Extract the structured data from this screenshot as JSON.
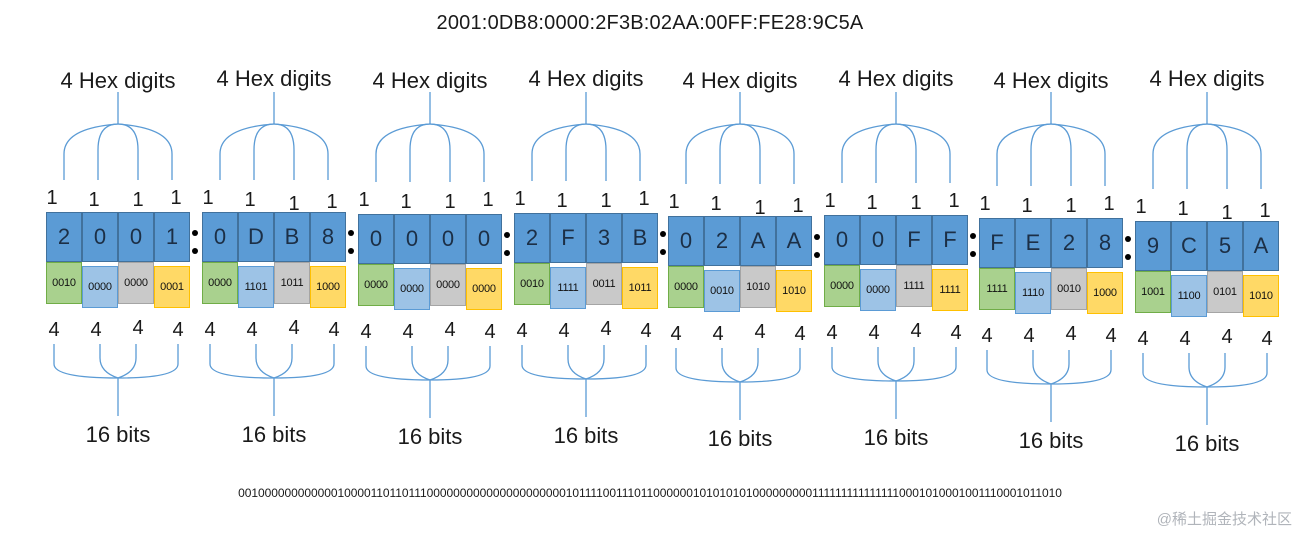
{
  "title": "2001:0DB8:0000:2F3B:02AA:00FF:FE28:9C5A",
  "hex_label": "4 Hex digits",
  "bits_label": "16 bits",
  "top_count": "1",
  "bottom_count": "4",
  "groups": [
    {
      "hex": [
        "2",
        "0",
        "0",
        "1"
      ],
      "bin": [
        "0010",
        "0000",
        "0000",
        "0001"
      ]
    },
    {
      "hex": [
        "0",
        "D",
        "B",
        "8"
      ],
      "bin": [
        "0000",
        "1101",
        "1011",
        "1000"
      ]
    },
    {
      "hex": [
        "0",
        "0",
        "0",
        "0"
      ],
      "bin": [
        "0000",
        "0000",
        "0000",
        "0000"
      ]
    },
    {
      "hex": [
        "2",
        "F",
        "3",
        "B"
      ],
      "bin": [
        "0010",
        "1111",
        "0011",
        "1011"
      ]
    },
    {
      "hex": [
        "0",
        "2",
        "A",
        "A"
      ],
      "bin": [
        "0000",
        "0010",
        "1010",
        "1010"
      ]
    },
    {
      "hex": [
        "0",
        "0",
        "F",
        "F"
      ],
      "bin": [
        "0000",
        "0000",
        "1111",
        "1111"
      ]
    },
    {
      "hex": [
        "F",
        "E",
        "2",
        "8"
      ],
      "bin": [
        "1111",
        "1110",
        "0010",
        "1000"
      ]
    },
    {
      "hex": [
        "9",
        "C",
        "5",
        "A"
      ],
      "bin": [
        "1001",
        "1100",
        "0101",
        "1010"
      ]
    }
  ],
  "binary_string": "0010000000000001000011011011100000000000000000000010111100111011000000101010101000000000111111111111111000101000100111000101101 0",
  "watermark": "@稀土掘金技术社区",
  "colors": {
    "hex_cell": "#5b9bd5",
    "nibble_colors": [
      "#a9d18e",
      "#9dc3e6",
      "#c9c9c9",
      "#ffd966"
    ],
    "brace": "#5b9bd5"
  }
}
